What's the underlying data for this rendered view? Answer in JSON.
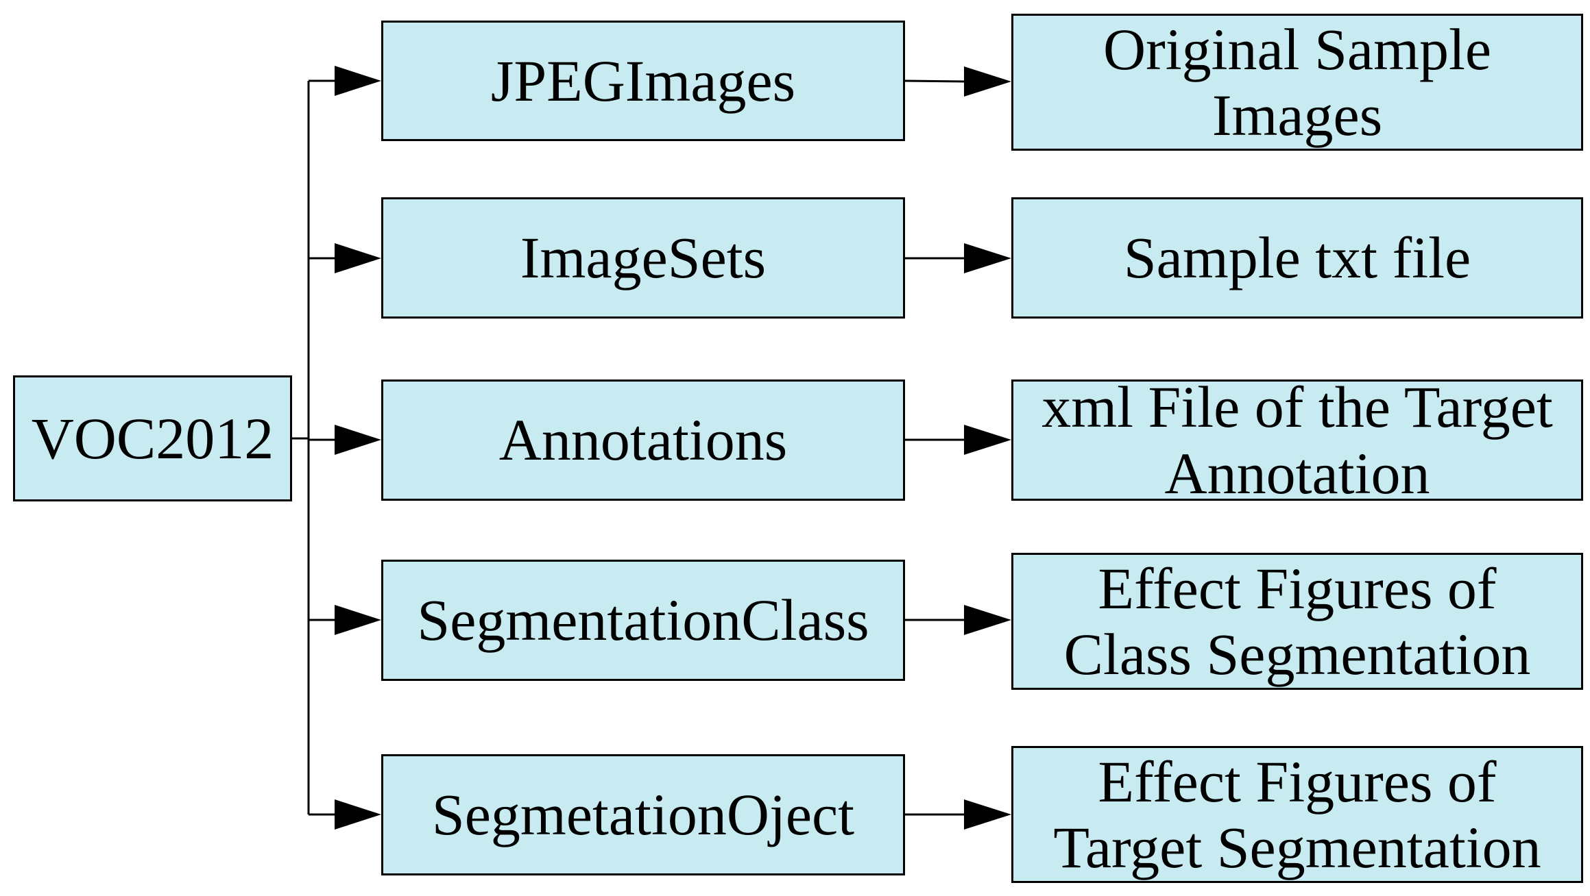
{
  "diagram": {
    "colors": {
      "box_fill": "#c8ebf1",
      "box_border": "#000000",
      "line": "#000000"
    },
    "root": {
      "label": "VOC2012"
    },
    "folders": [
      {
        "label": "JPEGImages",
        "description_lines": [
          "Original Sample",
          "Images"
        ]
      },
      {
        "label": "ImageSets",
        "description_lines": [
          "Sample txt file"
        ]
      },
      {
        "label": "Annotations",
        "description_lines": [
          "xml File of the Target",
          "Annotation"
        ]
      },
      {
        "label": "SegmentationClass",
        "description_lines": [
          "Effect Figures of",
          "Class Segmentation"
        ]
      },
      {
        "label": "SegmetationOject",
        "description_lines": [
          "Effect Figures of",
          "Target Segmentation"
        ]
      }
    ]
  }
}
